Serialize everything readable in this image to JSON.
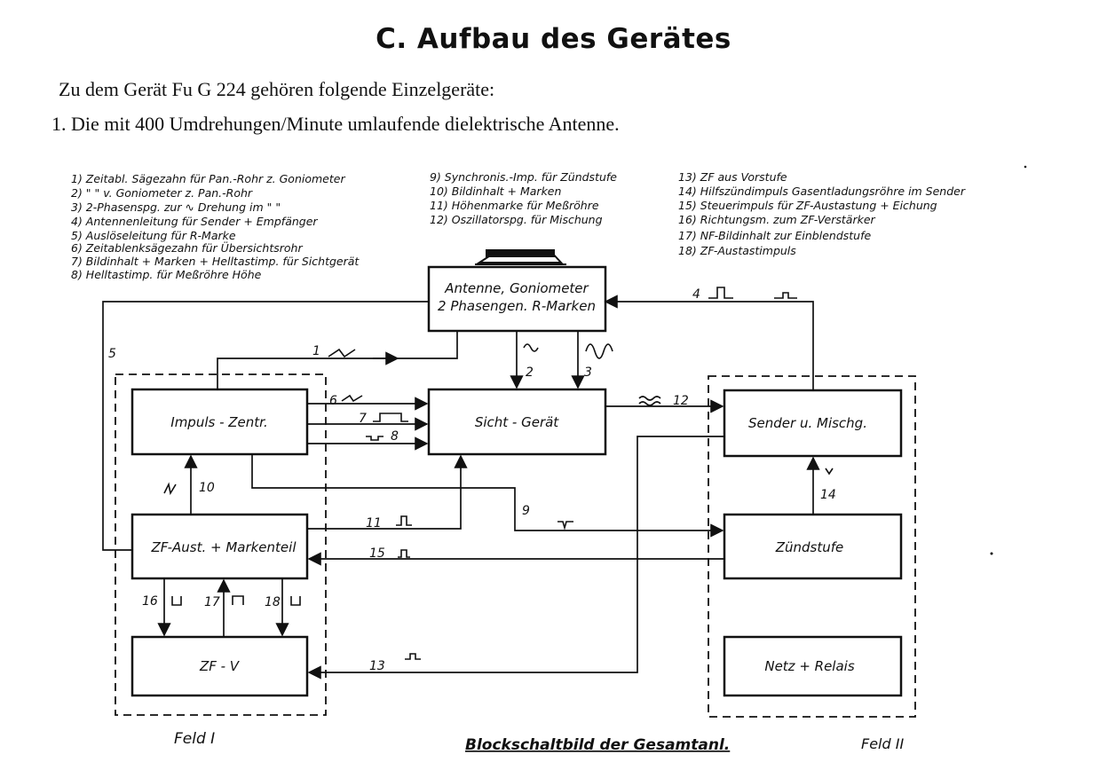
{
  "title": "C. Aufbau des Gerätes",
  "intro": "Zu dem Gerät Fu G 224 gehören folgende Einzelgeräte:",
  "item1": "1. Die mit 400 Umdrehungen/Minute umlaufende dielektrische Antenne.",
  "legend": {
    "col1": [
      "1) Zeitabl. Sägezahn für Pan.-Rohr z. Goniometer",
      "2)     \"        \"     v. Goniometer z. Pan.-Rohr",
      "3) 2-Phasenspg. zur ∿ Drehung im  \"   \"",
      "4) Antennenleitung für Sender + Empfänger",
      "5) Auslöseleitung für R-Marke",
      "6) Zeitablenksägezahn für Übersichtsrohr",
      "7) Bildinhalt + Marken + Helltastimp. für Sichtgerät",
      "8) Helltastimp. für Meßröhre Höhe"
    ],
    "col2": [
      "9) Synchronis.-Imp. für Zündstufe",
      "10) Bildinhalt + Marken",
      "11) Höhenmarke für Meßröhre",
      "12) Oszillatorspg. für Mischung"
    ],
    "col3": [
      "13) ZF aus Vorstufe",
      "14) Hilfszündimpuls Gasentladungsröhre im Sender",
      "15) Steuerimpuls für ZF-Austastung + Eichung",
      "16) Richtungsm. zum ZF-Verstärker",
      "17) NF-Bildinhalt zur Einblendstufe",
      "18) ZF-Austastimpuls"
    ]
  },
  "boxes": {
    "antenne_line1": "Antenne, Goniometer",
    "antenne_line2": "2 Phasengen. R-Marken",
    "impuls": "Impuls - Zentr.",
    "sicht": "Sicht - Gerät",
    "sender": "Sender u. Mischg.",
    "zf_aust": "ZF-Aust. + Markenteil",
    "zuend": "Zündstufe",
    "zfv": "ZF - V",
    "netz": "Netz + Relais"
  },
  "signals": {
    "s1": "1",
    "s2": "2",
    "s3": "3",
    "s4": "4",
    "s5": "5",
    "s6": "6",
    "s7": "7",
    "s8": "8",
    "s9": "9",
    "s10": "10",
    "s11": "11",
    "s12": "12",
    "s13": "13",
    "s14": "14",
    "s15": "15",
    "s16": "16",
    "s17": "17",
    "s18": "18"
  },
  "feld1": "Feld I",
  "caption": "Blockschaltbild der Gesamtanl.",
  "feld2": "Feld II"
}
